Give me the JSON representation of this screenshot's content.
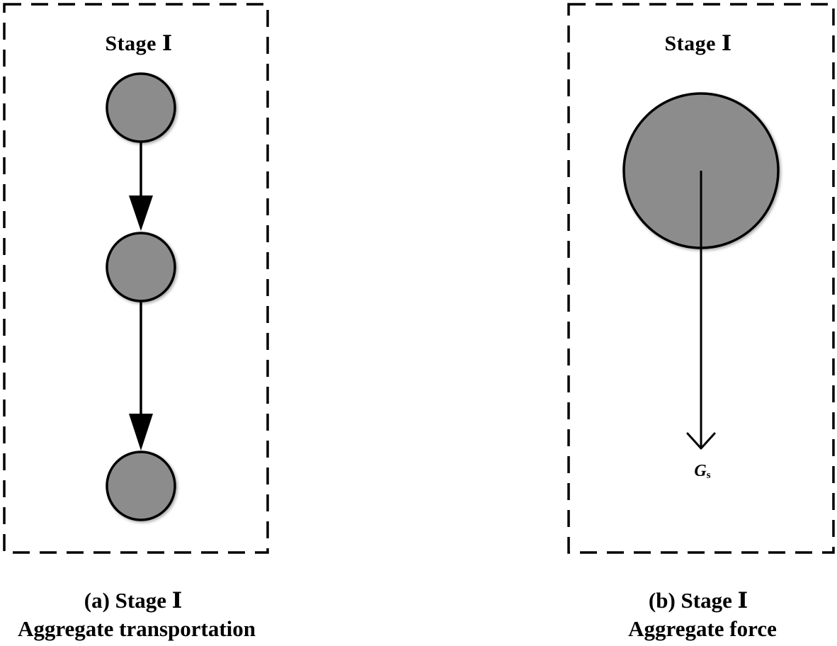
{
  "panel_a": {
    "stage_title": "Stage Ⅰ",
    "caption_line1": "(a) Stage Ⅰ",
    "caption_line2": "Aggregate transportation"
  },
  "panel_b": {
    "stage_title": "Stage Ⅰ",
    "force_label_main": "G",
    "force_label_sub": "s",
    "caption_line1": "(b) Stage Ⅰ",
    "caption_line2": "Aggregate force"
  },
  "colors": {
    "aggregate_fill": "#8c8c8c",
    "stroke": "#000000",
    "background": "#ffffff"
  }
}
